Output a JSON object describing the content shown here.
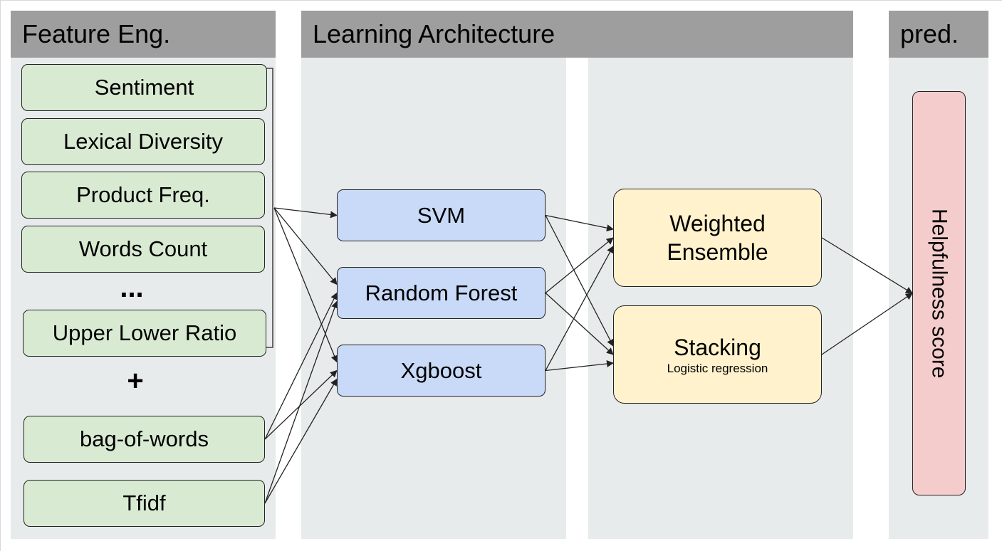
{
  "columns": {
    "feature": {
      "title": "Feature Eng."
    },
    "learning": {
      "title": "Learning Architecture"
    },
    "prediction": {
      "title": "pred."
    }
  },
  "features": {
    "sentiment": "Sentiment",
    "lexical_diversity": "Lexical Diversity",
    "product_freq": "Product Freq.",
    "words_count": "Words Count",
    "ellipsis": "...",
    "upper_lower_ratio": "Upper Lower Ratio",
    "plus": "+",
    "bag_of_words": "bag-of-words",
    "tfidf": "Tfidf"
  },
  "models": {
    "svm": "SVM",
    "random_forest": "Random Forest",
    "xgboost": "Xgboost"
  },
  "ensembles": {
    "weighted_line1": "Weighted",
    "weighted_line2": "Ensemble",
    "stacking": "Stacking",
    "stacking_sub": "Logistic regression"
  },
  "output": {
    "label": "Helpfulness score"
  },
  "colors": {
    "header": "#9e9e9e",
    "column_bg": "#e8ebec",
    "feature_fill": "#d9ead3",
    "model_fill": "#c9daf8",
    "ensemble_fill": "#fff2cc",
    "output_fill": "#f4cccc",
    "edge": "#222222"
  },
  "edges": [
    [
      "feature-bracket",
      "node-svm"
    ],
    [
      "feature-bracket",
      "node-random-forest"
    ],
    [
      "feature-bracket",
      "node-xgboost"
    ],
    [
      "node-bag-of-words",
      "node-random-forest"
    ],
    [
      "node-bag-of-words",
      "node-xgboost"
    ],
    [
      "node-tfidf",
      "node-random-forest"
    ],
    [
      "node-tfidf",
      "node-xgboost"
    ],
    [
      "node-svm",
      "node-weighted-ensemble"
    ],
    [
      "node-svm",
      "node-stacking"
    ],
    [
      "node-random-forest",
      "node-weighted-ensemble"
    ],
    [
      "node-random-forest",
      "node-stacking"
    ],
    [
      "node-xgboost",
      "node-weighted-ensemble"
    ],
    [
      "node-xgboost",
      "node-stacking"
    ],
    [
      "node-weighted-ensemble",
      "node-helpfulness-score"
    ],
    [
      "node-stacking",
      "node-helpfulness-score"
    ]
  ]
}
